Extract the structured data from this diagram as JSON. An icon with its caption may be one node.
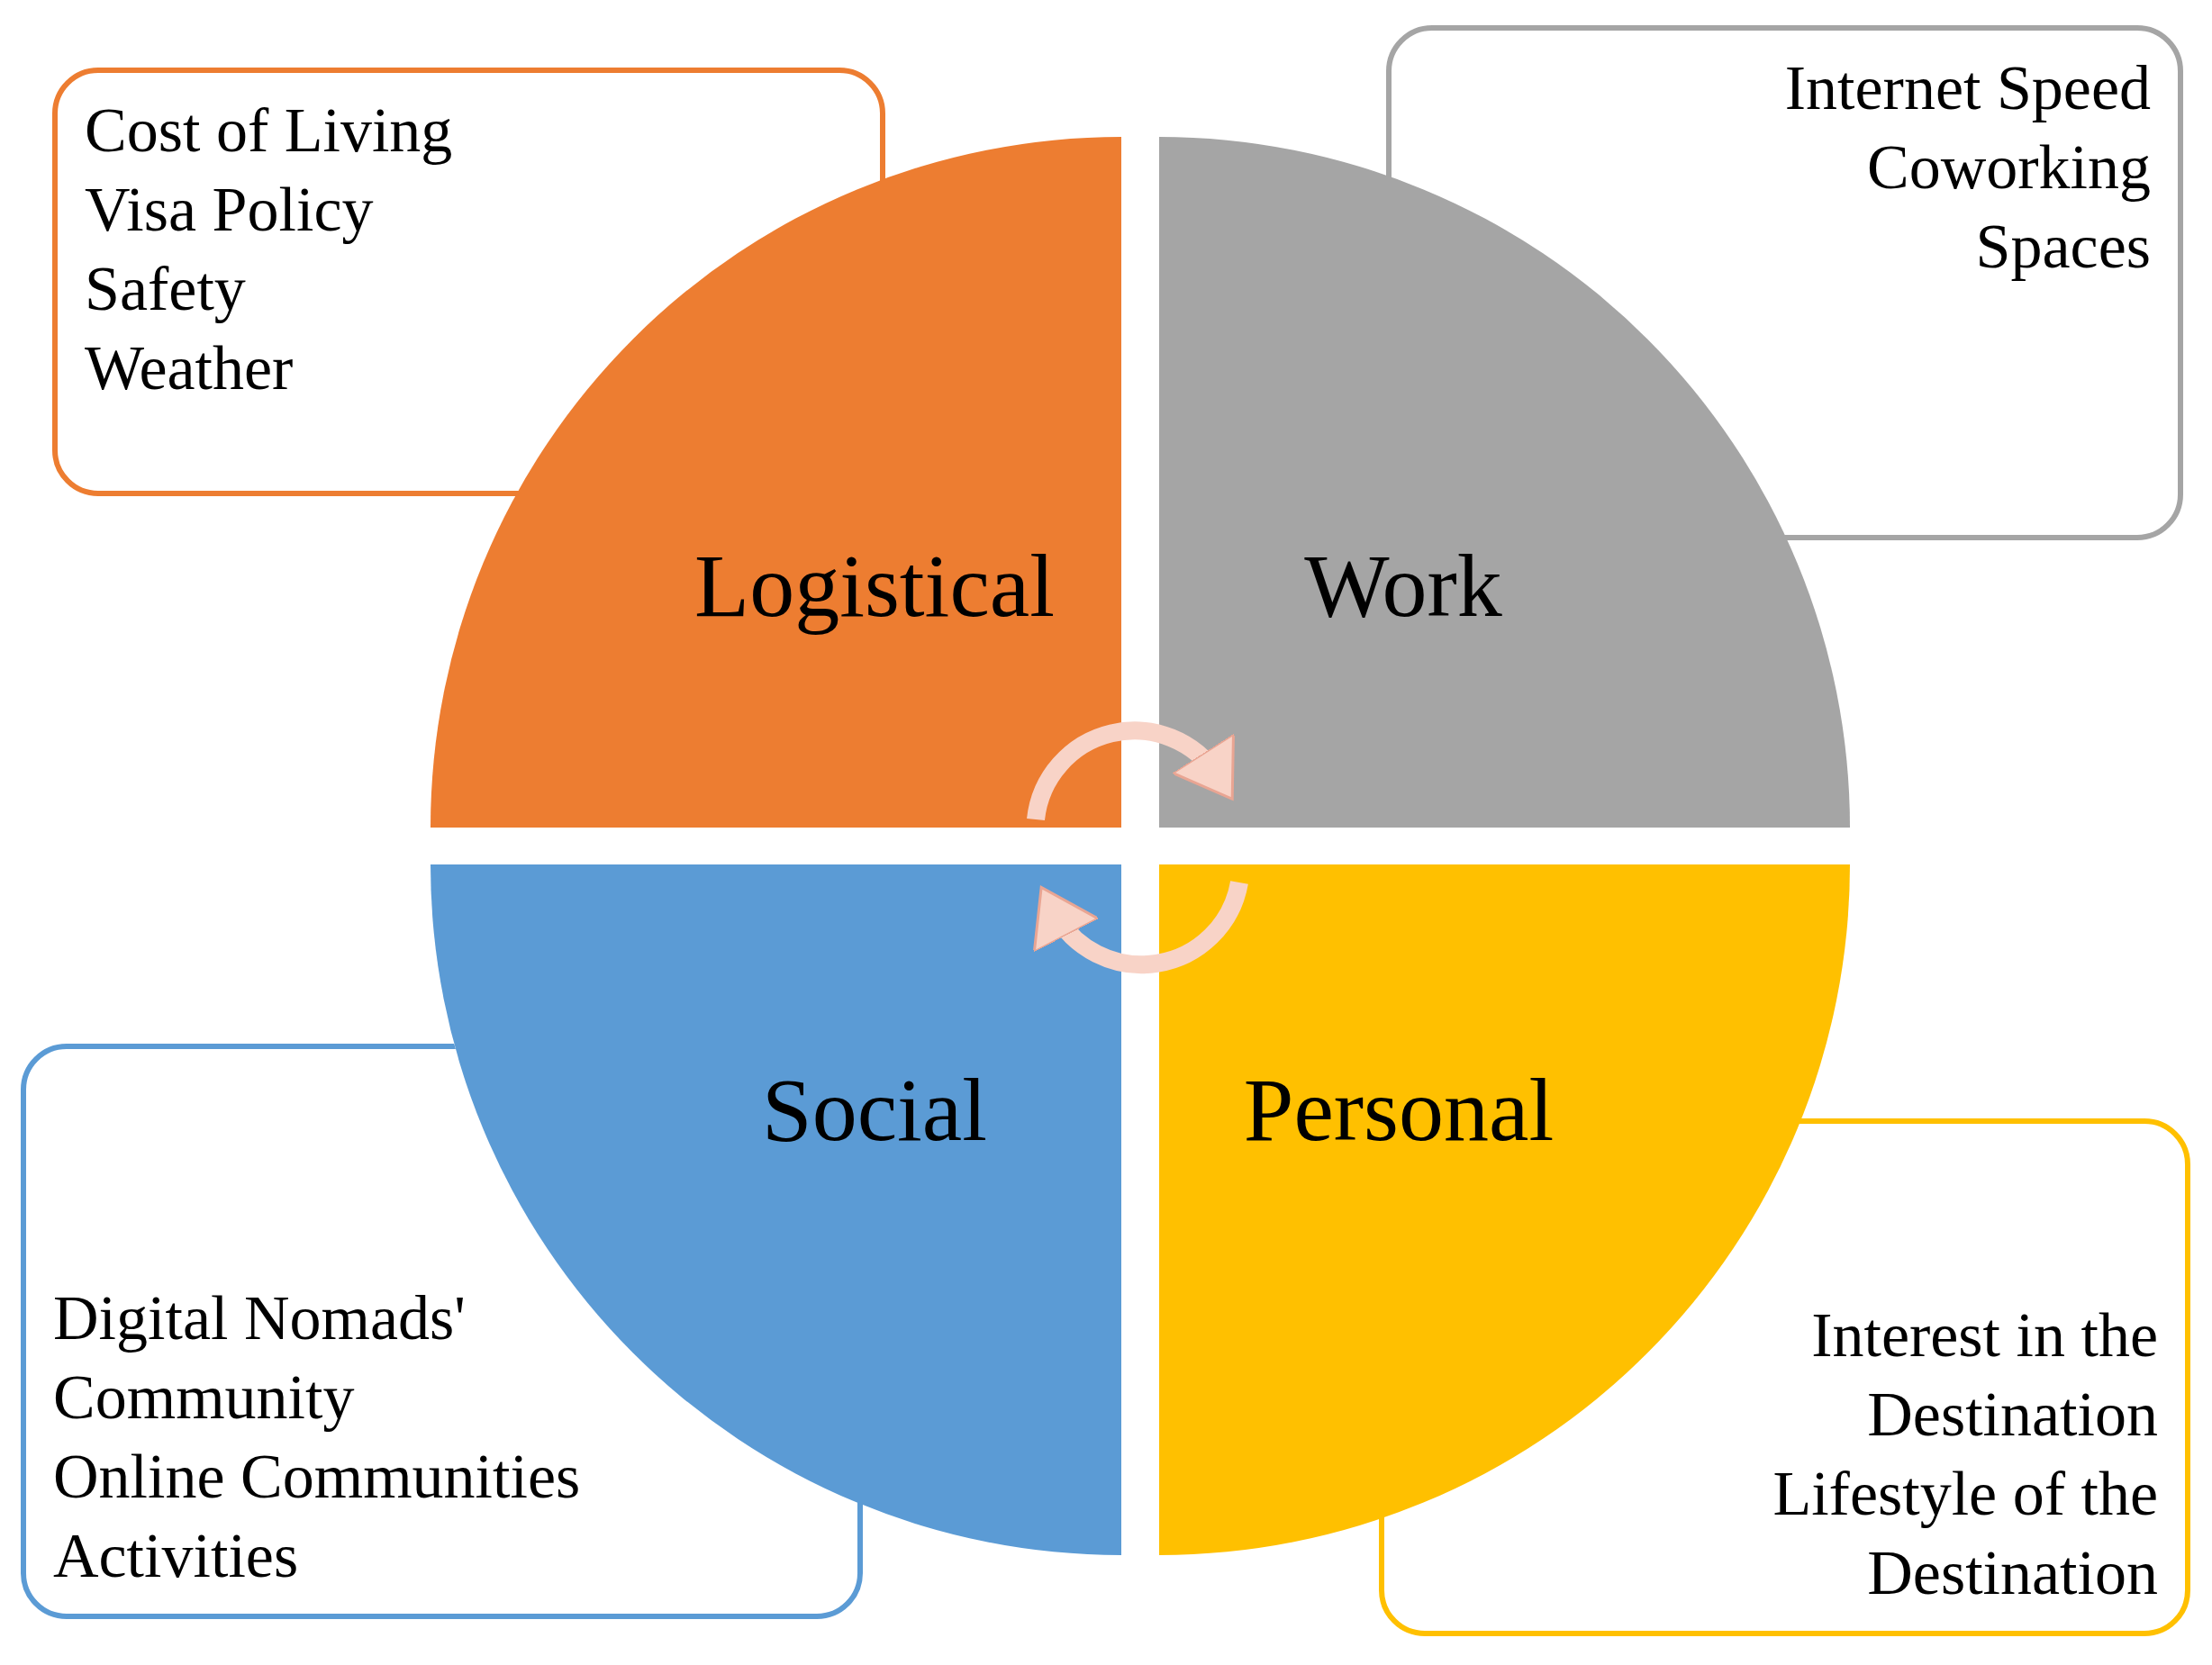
{
  "diagram": {
    "nodes": [
      {
        "text": [
          "Cost of Living",
          "Visa Policy",
          "Safety",
          "Weather"
        ]
      },
      {
        "text": [
          "Internet Speed",
          "Coworking Spaces"
        ]
      },
      {
        "text": [
          "Logistical"
        ]
      },
      {
        "text": [
          "Work"
        ]
      },
      {
        "text": [
          "Social"
        ]
      },
      {
        "text": [
          "Personal"
        ]
      },
      {
        "text": [
          "Digital Nomads' Community",
          "Online Communities",
          "Activities"
        ]
      },
      {
        "text": [
          "Interest in the Destination",
          "Lifestyle of the Destination"
        ]
      }
    ],
    "edges": [
      {
        "from": 2,
        "to": 3,
        "arrow": "to"
      },
      {
        "from": 5,
        "to": 4,
        "arrow": "to"
      }
    ]
  }
}
